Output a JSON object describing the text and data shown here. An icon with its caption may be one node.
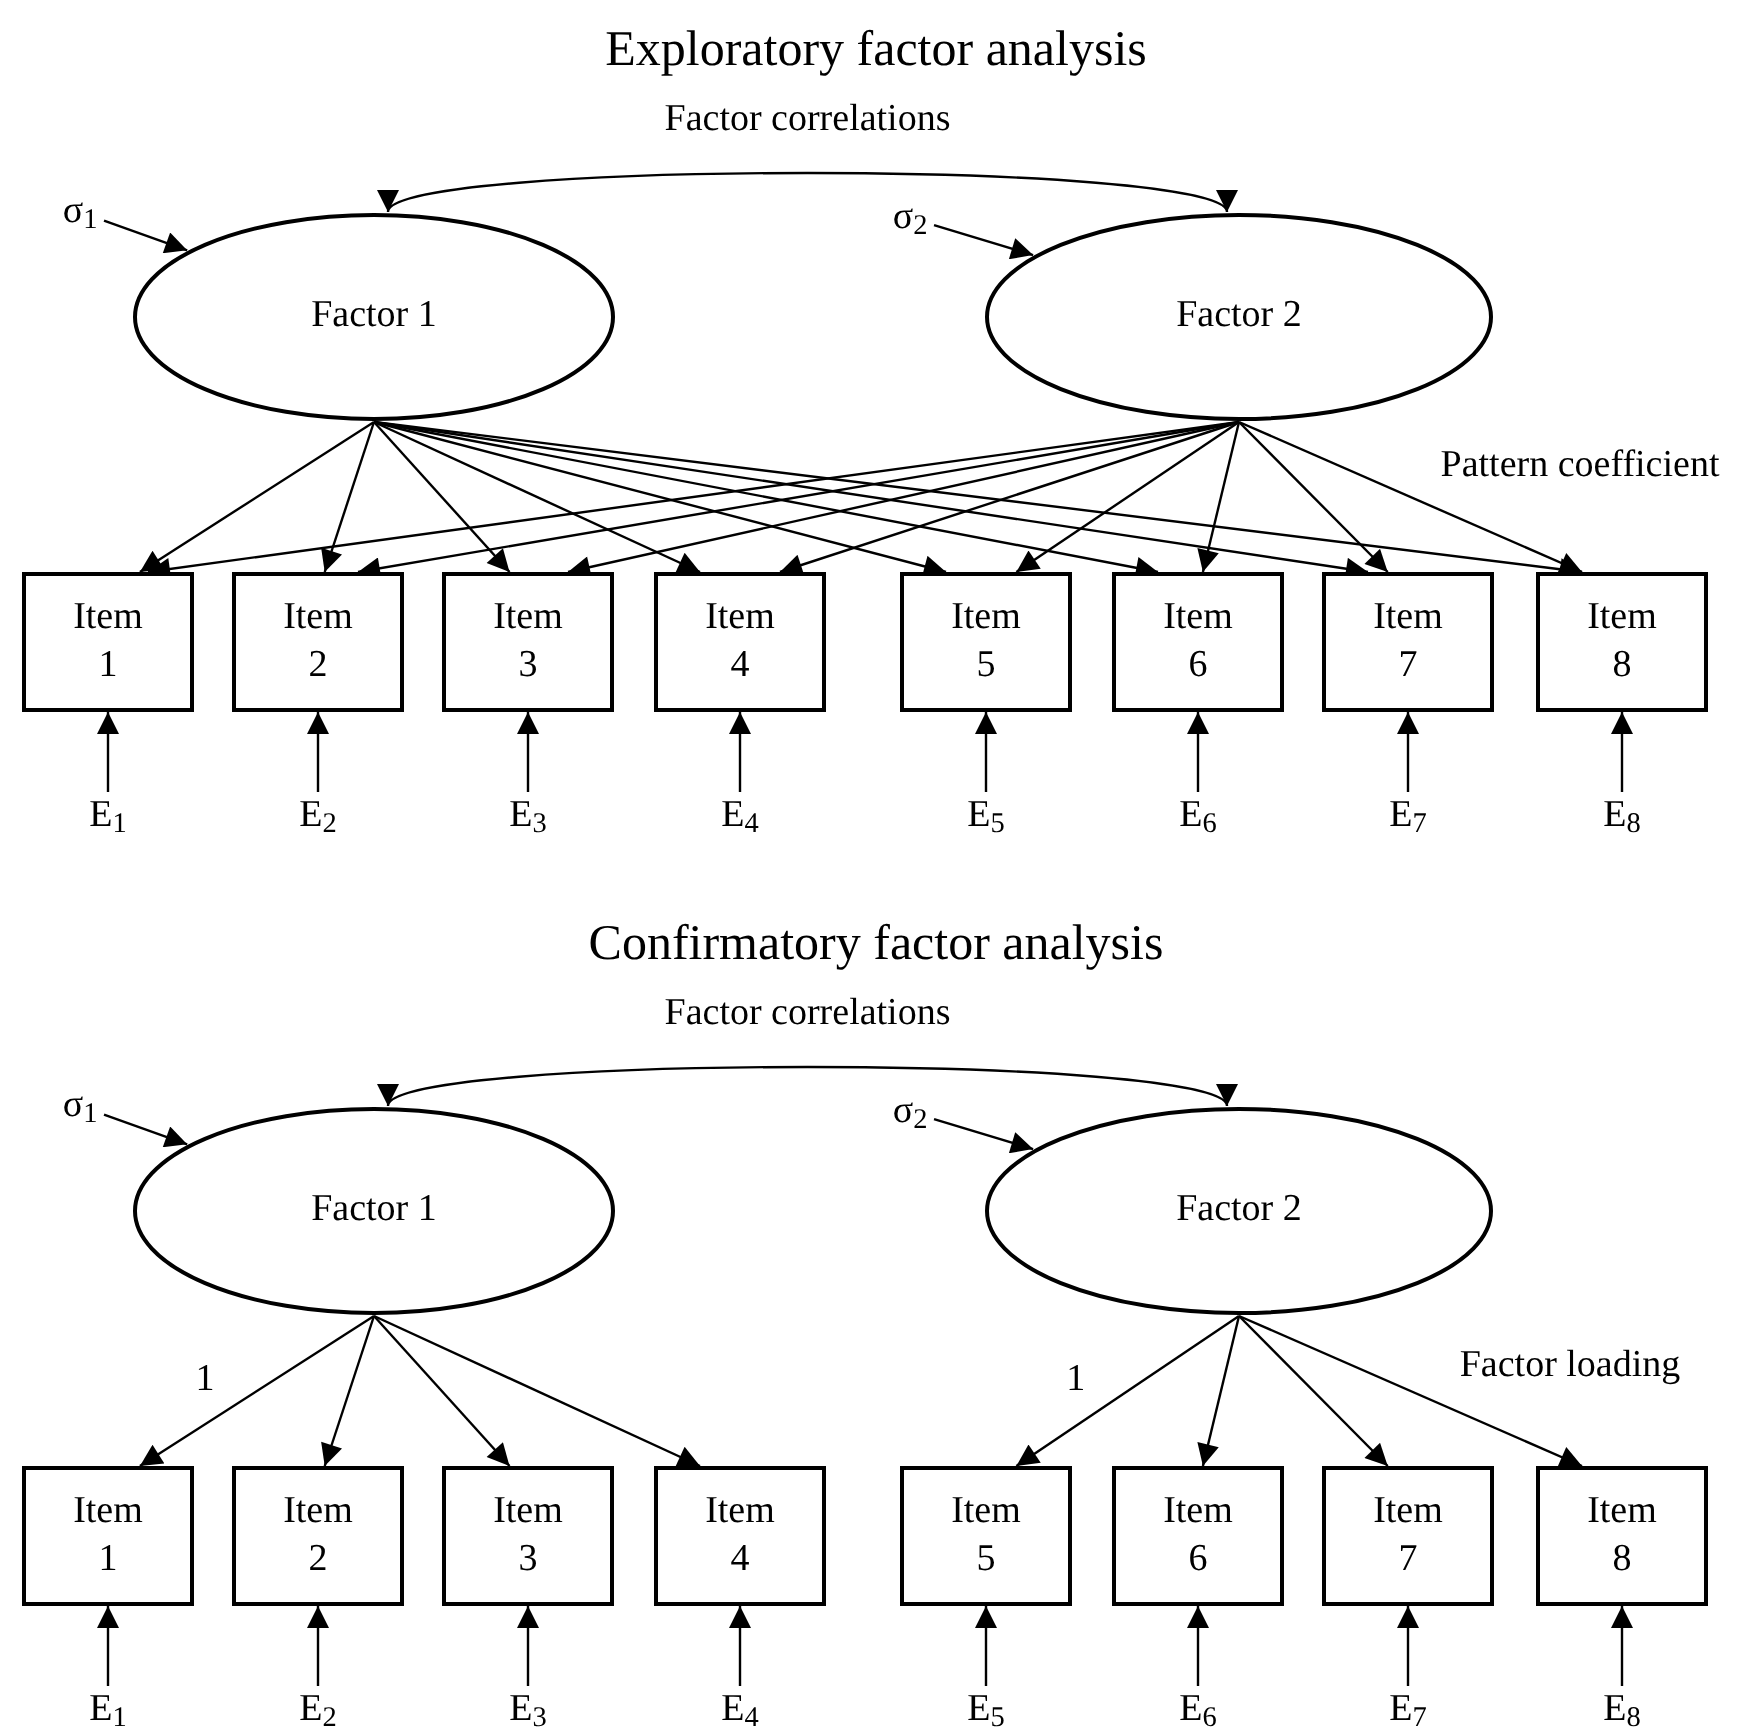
{
  "diagram": {
    "nodes": [
      {
        "text": [
          "σ$_{1}$"
        ]
      },
      {
        "text": [
          "Factor 1"
        ]
      },
      {
        "text": [
          "σ$_{2}$"
        ]
      },
      {
        "text": [
          "Factor 2"
        ]
      },
      {
        "text": [
          "Item 1"
        ]
      },
      {
        "text": [
          "Item 2"
        ]
      },
      {
        "text": [
          "Item 3"
        ]
      },
      {
        "text": [
          "Item 4"
        ]
      },
      {
        "text": [
          "Item 5"
        ]
      },
      {
        "text": [
          "Item 6"
        ]
      },
      {
        "text": [
          "Item 7"
        ]
      },
      {
        "text": [
          "Item 8"
        ]
      },
      {
        "text": [
          "E$_{1}$"
        ]
      },
      {
        "text": [
          "E$_{2}$"
        ]
      },
      {
        "text": [
          "E$_{3}$"
        ]
      },
      {
        "text": [
          "E$_{4}$"
        ]
      },
      {
        "text": [
          "E$_{5}$"
        ]
      },
      {
        "text": [
          "E$_{6}$"
        ]
      },
      {
        "text": [
          "E$_{7}$"
        ]
      },
      {
        "text": [
          "E$_{8}$"
        ]
      },
      {
        "text": [
          "σ$_{1}$"
        ]
      },
      {
        "text": [
          "Factor 1"
        ]
      },
      {
        "text": [
          "σ$_{2}$"
        ]
      },
      {
        "text": [
          "Factor 2"
        ]
      },
      {
        "text": [
          "Item 1"
        ]
      },
      {
        "text": [
          "Item 2"
        ]
      },
      {
        "text": [
          "Item 3"
        ]
      },
      {
        "text": [
          "Item 4"
        ]
      },
      {
        "text": [
          "Item 5"
        ]
      },
      {
        "text": [
          "Item 6"
        ]
      },
      {
        "text": [
          "Item 7"
        ]
      },
      {
        "text": [
          "Item 8"
        ]
      },
      {
        "text": [
          "E$_{1}$"
        ]
      },
      {
        "text": [
          "E$_{2}$"
        ]
      },
      {
        "text": [
          "E$_{3}$"
        ]
      },
      {
        "text": [
          "E$_{4}$"
        ]
      },
      {
        "text": [
          "E$_{5}$"
        ]
      },
      {
        "text": [
          "E$_{6}$"
        ]
      },
      {
        "text": [
          "E$_{7}$"
        ]
      },
      {
        "text": [
          "E$_{8}$"
        ]
      }
    ],
    "edges": [
      {
        "from": 1,
        "to": 3,
        "arrow": "both",
        "label": "Factor correlations"
      },
      {
        "from": 0,
        "to": 1,
        "arrow": "to"
      },
      {
        "from": 2,
        "to": 3,
        "arrow": "to"
      },
      {
        "from": 1,
        "to": 4,
        "arrow": "to"
      },
      {
        "from": 1,
        "to": 5,
        "arrow": "to"
      },
      {
        "from": 1,
        "to": 6,
        "arrow": "to"
      },
      {
        "from": 1,
        "to": 7,
        "arrow": "to"
      },
      {
        "from": 1,
        "to": 8,
        "arrow": "to"
      },
      {
        "from": 1,
        "to": 9,
        "arrow": "to"
      },
      {
        "from": 1,
        "to": 10,
        "arrow": "to"
      },
      {
        "from": 1,
        "to": 11,
        "arrow": "to"
      },
      {
        "from": 3,
        "to": 4,
        "arrow": "to"
      },
      {
        "from": 3,
        "to": 5,
        "arrow": "to"
      },
      {
        "from": 3,
        "to": 6,
        "arrow": "to"
      },
      {
        "from": 3,
        "to": 7,
        "arrow": "to"
      },
      {
        "from": 3,
        "to": 8,
        "arrow": "to"
      },
      {
        "from": 3,
        "to": 9,
        "arrow": "to"
      },
      {
        "from": 3,
        "to": 10,
        "arrow": "to"
      },
      {
        "from": 3,
        "to": 11,
        "arrow": "to"
      },
      {
        "from": 12,
        "to": 4,
        "arrow": "to"
      },
      {
        "from": 13,
        "to": 5,
        "arrow": "to"
      },
      {
        "from": 14,
        "to": 6,
        "arrow": "to"
      },
      {
        "from": 15,
        "to": 7,
        "arrow": "to"
      },
      {
        "from": 16,
        "to": 8,
        "arrow": "to"
      },
      {
        "from": 17,
        "to": 9,
        "arrow": "to"
      },
      {
        "from": 18,
        "to": 10,
        "arrow": "to"
      },
      {
        "from": 19,
        "to": 11,
        "arrow": "to"
      },
      {
        "from": 21,
        "to": 23,
        "arrow": "both",
        "label": "Factor correlations"
      },
      {
        "from": 20,
        "to": 21,
        "arrow": "to"
      },
      {
        "from": 22,
        "to": 23,
        "arrow": "to"
      },
      {
        "from": 21,
        "to": 24,
        "arrow": "to",
        "label": "1"
      },
      {
        "from": 21,
        "to": 25,
        "arrow": "to"
      },
      {
        "from": 21,
        "to": 26,
        "arrow": "to"
      },
      {
        "from": 21,
        "to": 27,
        "arrow": "to"
      },
      {
        "from": 23,
        "to": 28,
        "arrow": "to",
        "label": "1"
      },
      {
        "from": 23,
        "to": 29,
        "arrow": "to"
      },
      {
        "from": 23,
        "to": 30,
        "arrow": "to"
      },
      {
        "from": 23,
        "to": 31,
        "arrow": "to"
      },
      {
        "from": 32,
        "to": 24,
        "arrow": "to"
      },
      {
        "from": 33,
        "to": 25,
        "arrow": "to"
      },
      {
        "from": 34,
        "to": 26,
        "arrow": "to"
      },
      {
        "from": 35,
        "to": 27,
        "arrow": "to"
      },
      {
        "from": 36,
        "to": 28,
        "arrow": "to"
      },
      {
        "from": 37,
        "to": 29,
        "arrow": "to"
      },
      {
        "from": 38,
        "to": 30,
        "arrow": "to"
      },
      {
        "from": 39,
        "to": 31,
        "arrow": "to"
      }
    ],
    "labels": [
      "Exploratory factor analysis",
      "Pattern coefficient",
      "Confirmatory factor analysis",
      "Factor loading"
    ]
  }
}
